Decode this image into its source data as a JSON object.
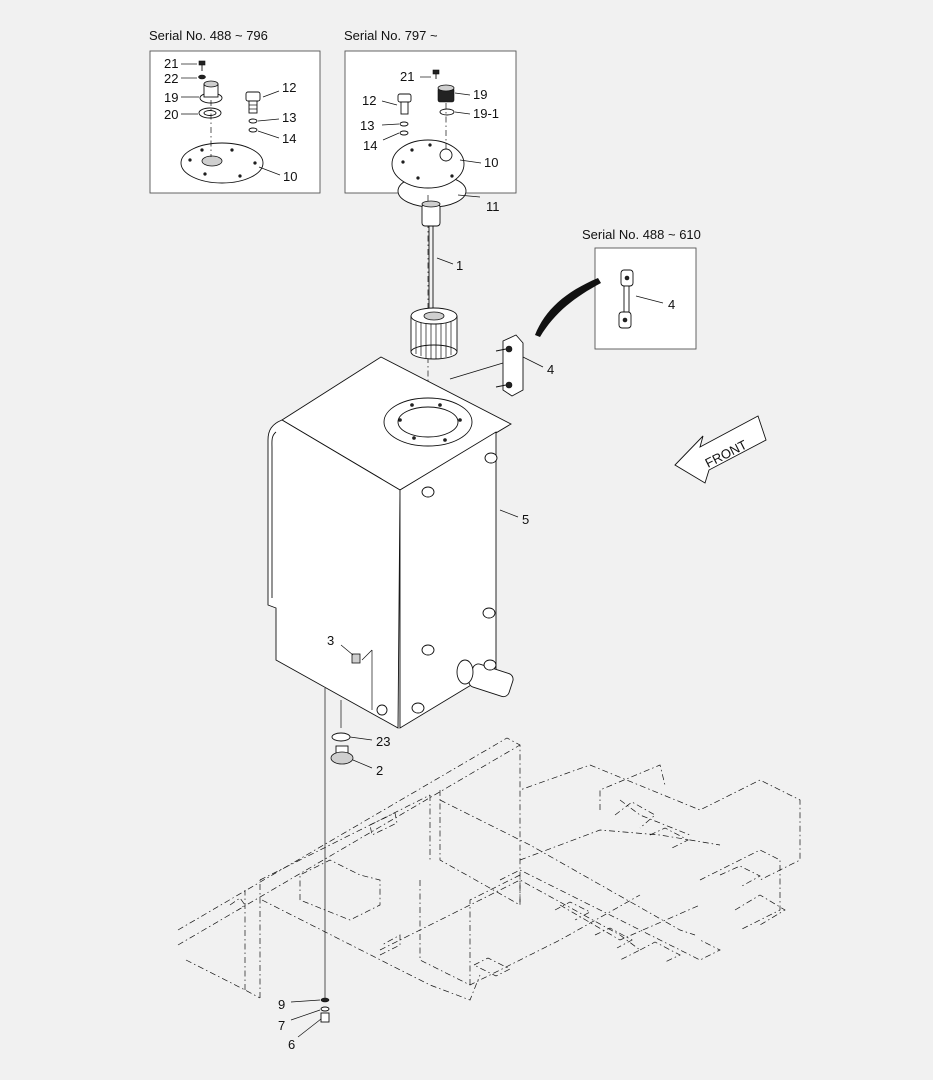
{
  "insets": {
    "a": {
      "title": "Serial No. 488 ~ 796"
    },
    "b": {
      "title": "Serial No. 797 ~"
    },
    "c": {
      "title": "Serial No. 488 ~ 610"
    }
  },
  "front_label": "FRONT",
  "callouts": {
    "a21": "21",
    "a22": "22",
    "a19": "19",
    "a20": "20",
    "a12": "12",
    "a13": "13",
    "a14": "14",
    "a10": "10",
    "b21": "21",
    "b19": "19",
    "b191": "19-1",
    "b12": "12",
    "b13": "13",
    "b14": "14",
    "b10": "10",
    "b11": "11",
    "c4": "4",
    "m1": "1",
    "m4": "4",
    "m5": "5",
    "m3": "3",
    "m23": "23",
    "m2": "2",
    "m9": "9",
    "m7": "7",
    "m6": "6"
  }
}
